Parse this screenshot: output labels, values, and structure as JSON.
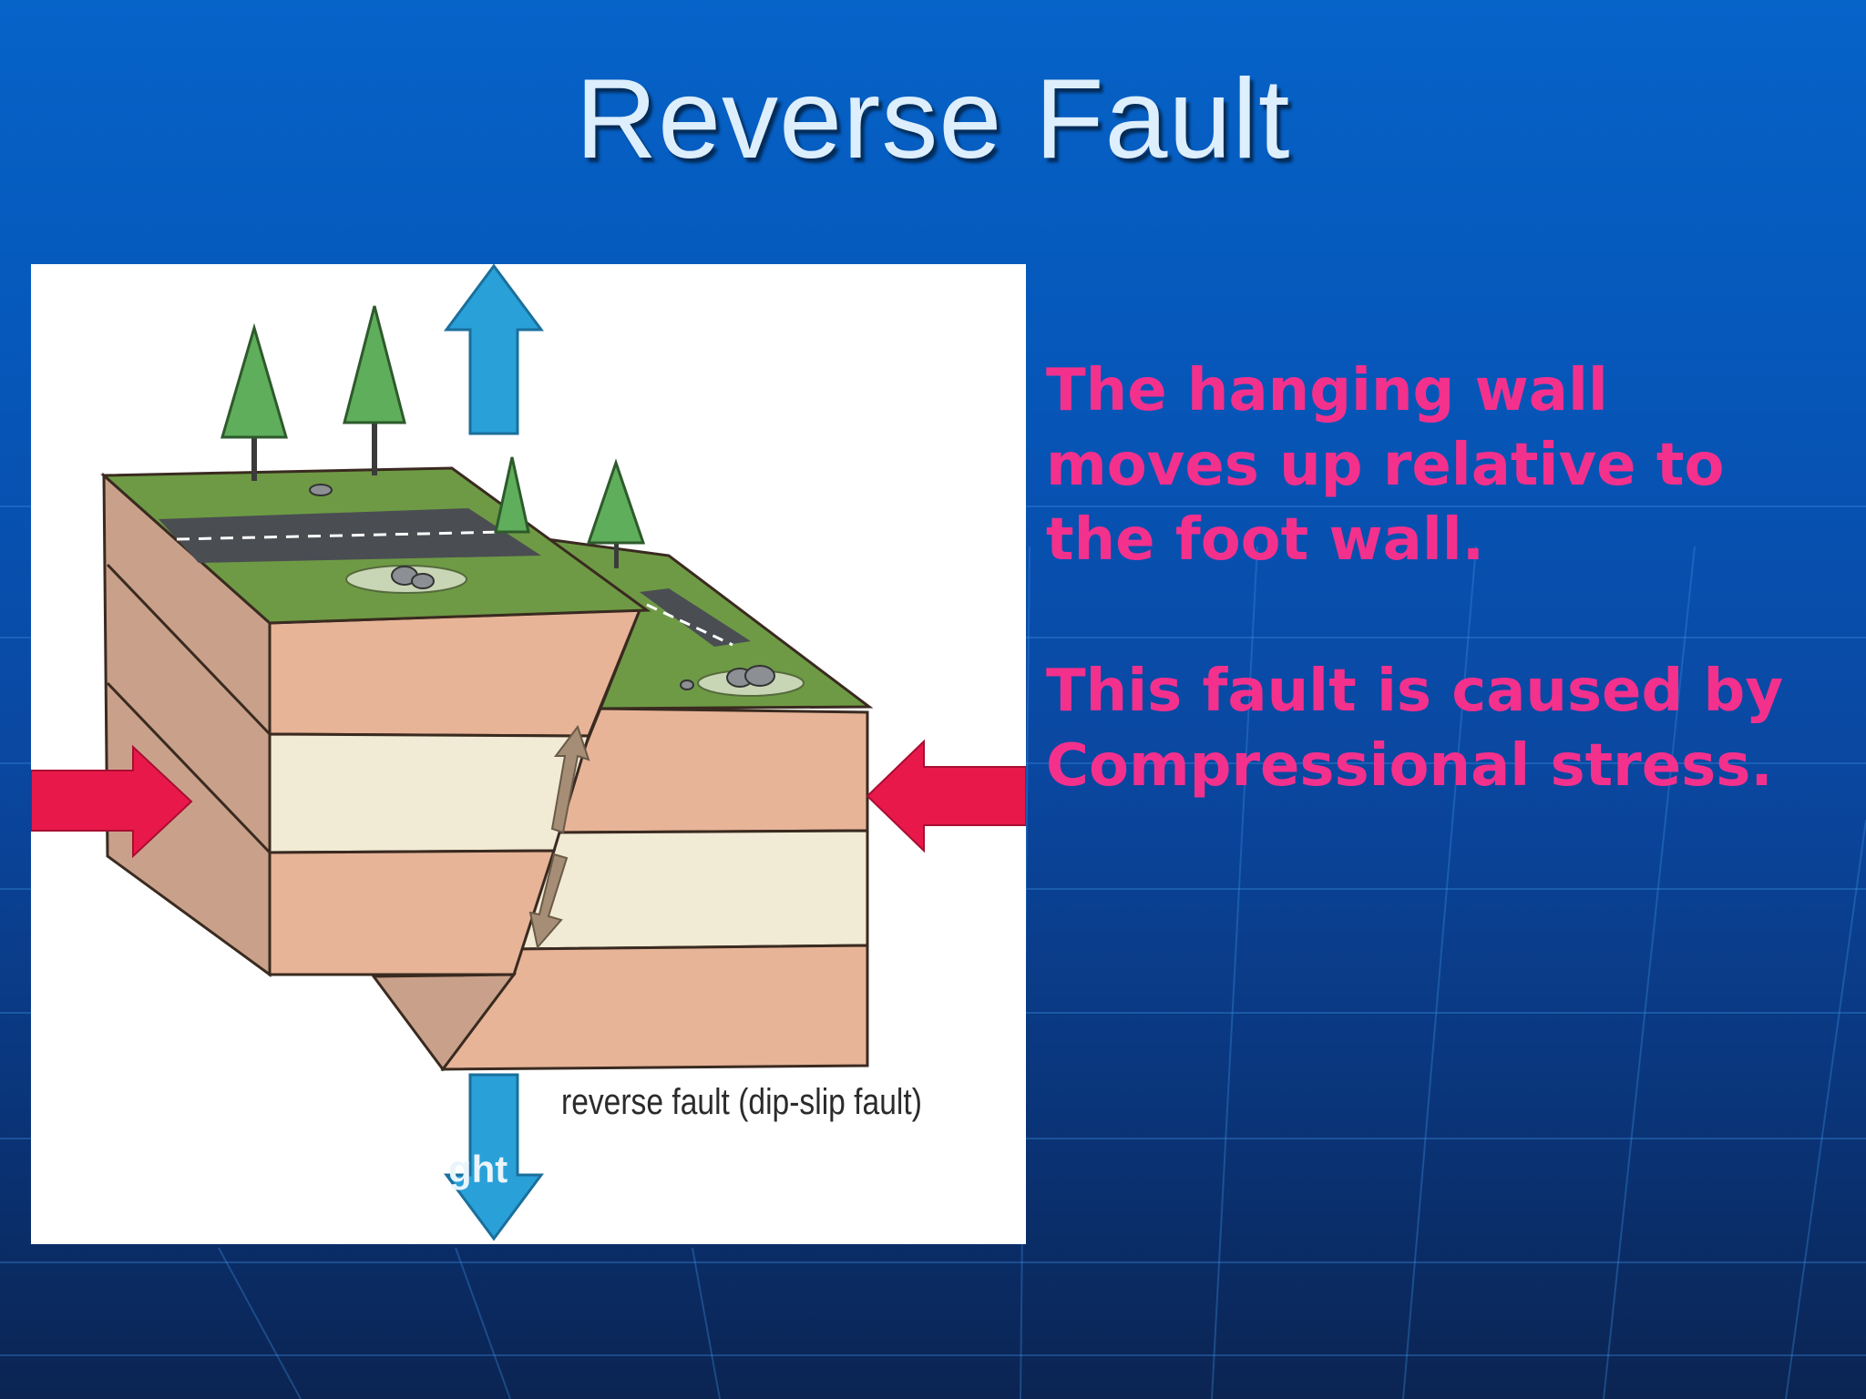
{
  "slide": {
    "title": "Reverse Fault",
    "paragraphs": [
      "The hanging wall\nmoves up relative to\nthe foot wall.",
      "This fault is caused by\nCompressional stress."
    ]
  },
  "figure": {
    "caption": "reverse fault  (dip-slip fault)",
    "partial_label": "ght"
  },
  "colors": {
    "background": "#0656b8",
    "title_text": "#ddeefc",
    "body_text": "#f4308d",
    "compression_arrow": "#e8194a",
    "vertical_arrow": "#2aa0d8",
    "grass": "#6e9a45",
    "rock_pink": "#e7b498",
    "rock_cream": "#f1ead4"
  }
}
